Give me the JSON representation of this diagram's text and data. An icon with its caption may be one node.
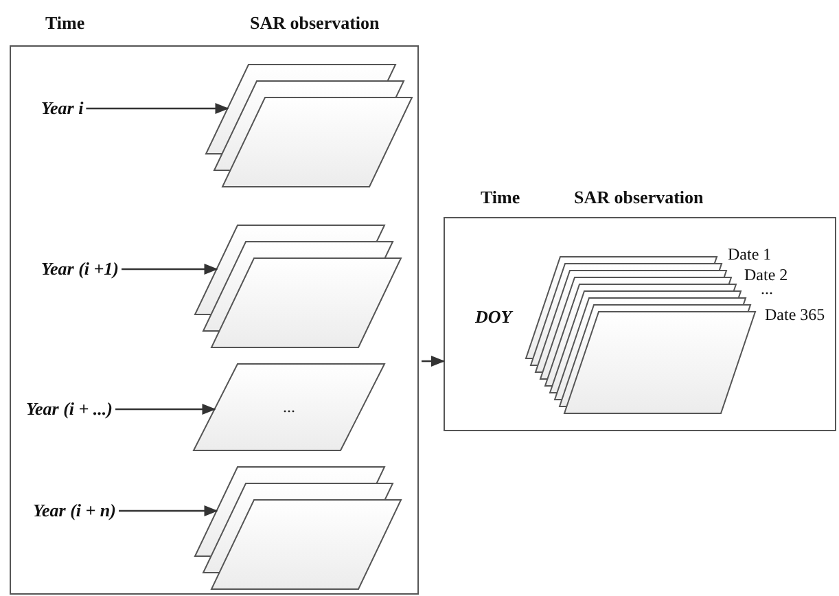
{
  "diagram": {
    "nodes": [
      {
        "text": [
          "Time",
          "SAR observation"
        ]
      },
      {
        "text": [
          "Year i"
        ],
        "in": 0
      },
      {
        "text": [],
        "shape": "picture",
        "in": 0
      },
      {
        "text": [
          "Year (i +1)"
        ],
        "in": 0
      },
      {
        "text": [],
        "shape": "picture",
        "in": 0
      },
      {
        "text": [
          "Year (i + ...)"
        ],
        "in": 0
      },
      {
        "text": [
          "..."
        ],
        "in": 0
      },
      {
        "text": [
          "Year (i + n)"
        ],
        "in": 0
      },
      {
        "text": [],
        "shape": "picture",
        "in": 0
      },
      {
        "text": [
          "Time",
          "SAR observation"
        ]
      },
      {
        "text": [
          "DOY"
        ],
        "in": 9
      },
      {
        "text": [],
        "shape": "picture",
        "in": 9,
        "beside": [
          "Date 1",
          "Date 2",
          "...",
          "Date 365"
        ]
      }
    ],
    "edges": [
      {
        "from": 1,
        "to": 2,
        "arrow": "to"
      },
      {
        "from": 3,
        "to": 4,
        "arrow": "to"
      },
      {
        "from": 5,
        "to": 6,
        "arrow": "to"
      },
      {
        "from": 7,
        "to": 8,
        "arrow": "to"
      },
      {
        "from": 0,
        "to": 9,
        "arrow": "to"
      }
    ]
  }
}
